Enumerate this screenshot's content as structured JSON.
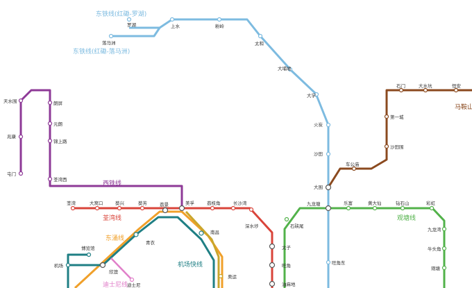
{
  "line_labels": {
    "east_lowu": "东铁线(红磡-罗湖)",
    "east_lokma": "东铁线(红磡-落马洲)",
    "west_rail": "西铁线",
    "ma_on_shan": "马鞍山",
    "tung_chung": "东涌线",
    "airport_express": "机场快线",
    "tsuen_wan": "荃湾线",
    "kwun_tong": "观塘线",
    "disney": "迪士尼线"
  },
  "colors": {
    "east_rail": "#7dbbe0",
    "west_rail": "#8e3a97",
    "ma_on_shan": "#8b4a1f",
    "tsuen_wan": "#d9443a",
    "tung_chung": "#f0a02a",
    "airport_express": "#1f7f84",
    "kwun_tong": "#52b24a",
    "disney": "#e07fc9",
    "tsuen_wan_south": "#c9a62c"
  },
  "stations": {
    "lowu": "罗湖",
    "sheungshui": "上水",
    "fanling": "粉岭",
    "lokmachau": "落马洲",
    "taiwo": "太和",
    "taipomarket": "大埔墟",
    "university": "大学",
    "fotan": "火炭",
    "shatin": "沙田",
    "taiwai": "大围",
    "kowloontong": "九龙塘",
    "mongkokeast": "旺角东",
    "tinshuiwai": "天水围",
    "siuhong": "兆康",
    "tuenmun": "屯门",
    "kamsheungroad": "锦上路",
    "yuenlong": "元朗",
    "longping": "朗屏",
    "tsuenwanwest": "荃湾西",
    "meifoo": "美孚",
    "namcheong": "南昌",
    "tsuenwan": "荃湾",
    "taiwohau": "大窝口",
    "kwaihing": "葵兴",
    "kwaifong": "葵芳",
    "laiking": "荔景",
    "laichikok": "荔枝角",
    "cheungshawan": "长沙湾",
    "shamshuipo": "深水埗",
    "princeedward": "太子",
    "mongkok": "旺角",
    "yaumatei": "油麻地",
    "shekkipmei": "石硖尾",
    "lokfu": "乐富",
    "wongtaisin": "黄大仙",
    "diamondhill": "钻石山",
    "choihung": "彩虹",
    "kowloonbay": "九龙湾",
    "ngautaukok": "牛头角",
    "kwuntong": "观塘",
    "tsingyi": "青衣",
    "sunnybay": "欣澳",
    "disneyland": "迪士尼",
    "airport": "机场",
    "expo": "博览馆",
    "olympic": "奥运",
    "shekmun": "石门",
    "taishuihang": "大水坑",
    "hangon": "恒安",
    "firstcity": "第一城",
    "shatinwai": "沙田围",
    "chekungtemple": "车公庙"
  }
}
